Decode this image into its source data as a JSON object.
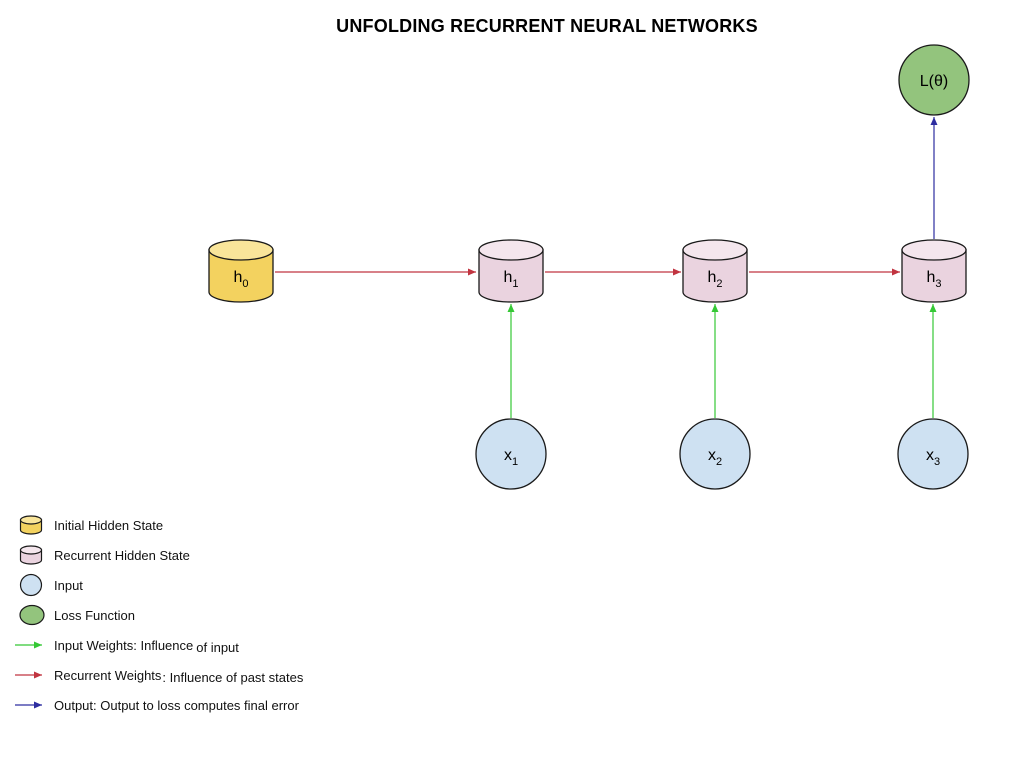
{
  "title": "UNFOLDING RECURRENT NEURAL NETWORKS",
  "colors": {
    "initial_hidden": "#F3D25F",
    "initial_hidden_top": "#F9E59A",
    "recurrent_hidden": "#EAD3DF",
    "recurrent_hidden_top": "#F4E6ED",
    "input": "#CEE1F2",
    "loss": "#93C47D",
    "input_weights": "#35C835",
    "recurrent_weights": "#C13440",
    "output": "#2D2DA0"
  },
  "nodes": {
    "h0": {
      "base": "h",
      "sub": "0"
    },
    "h1": {
      "base": "h",
      "sub": "1"
    },
    "h2": {
      "base": "h",
      "sub": "2"
    },
    "h3": {
      "base": "h",
      "sub": "3"
    },
    "x1": {
      "base": "x",
      "sub": "1"
    },
    "x2": {
      "base": "x",
      "sub": "2"
    },
    "x3": {
      "base": "x",
      "sub": "3"
    },
    "loss": {
      "label": "L(θ)"
    }
  },
  "legend": {
    "items": [
      {
        "icon": "cylinder-yellow-icon",
        "label": "Initial Hidden State"
      },
      {
        "icon": "cylinder-pink-icon",
        "label": "Recurrent Hidden State"
      },
      {
        "icon": "circle-blue-icon",
        "label": "Input"
      },
      {
        "icon": "ellipse-green-icon",
        "label": "Loss Function"
      },
      {
        "icon": "arrow-green-icon",
        "label_prefix": "Input Weights: Influence",
        "label_suffix": "of input"
      },
      {
        "icon": "arrow-red-icon",
        "label_prefix": "Recurrent Weights",
        "label_suffix": ": Influence of past states"
      },
      {
        "icon": "arrow-blue-icon",
        "label": "Output: Output to loss computes final error"
      }
    ]
  }
}
